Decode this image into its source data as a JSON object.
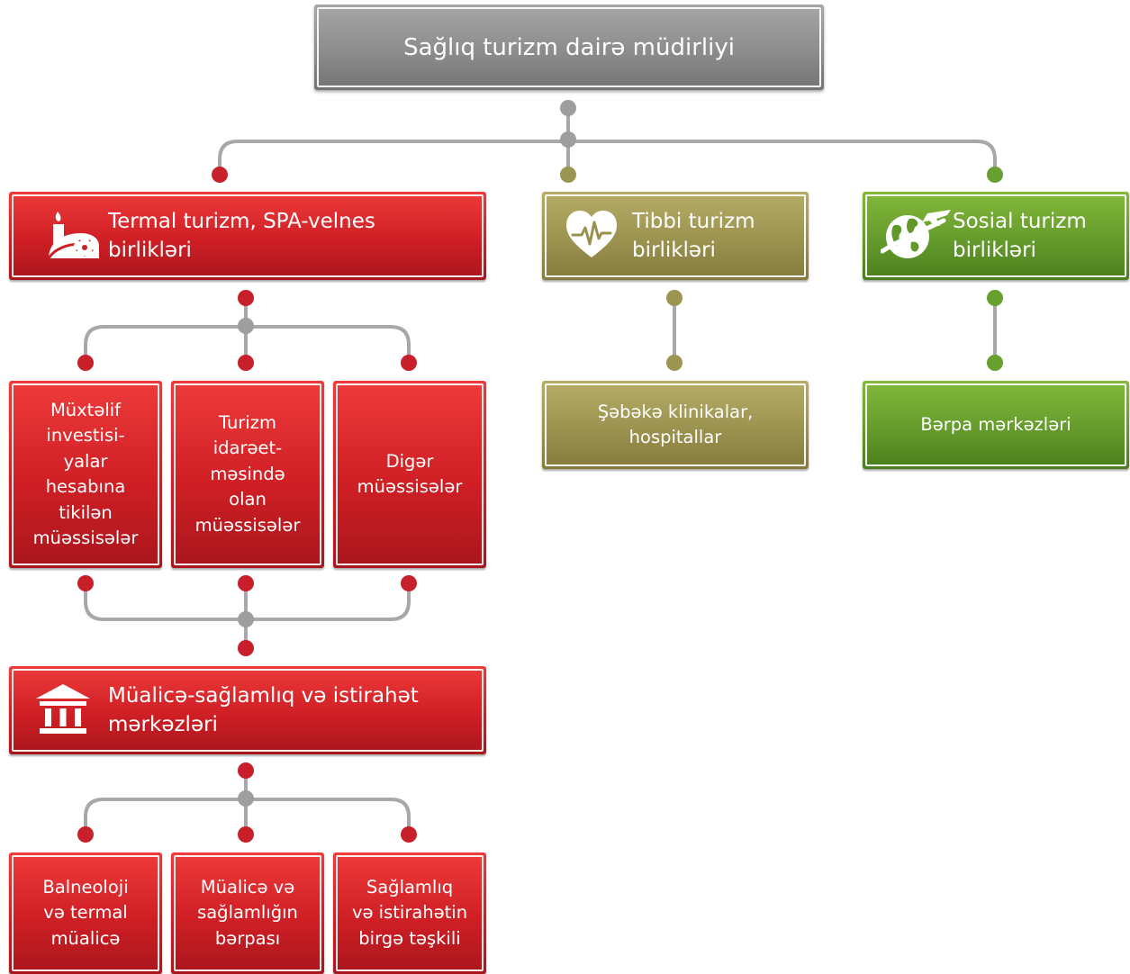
{
  "title": "Sağlıq turizm dairə müdirliyi",
  "branches": {
    "termal": {
      "label": "Termal turizm, SPA-velnes\nbirlikləri",
      "icon": "spa-candle-flower-icon",
      "color": "#d42a2d"
    },
    "tibbi": {
      "label": "Tibbi turizm\nbirlikləri",
      "icon": "heart-pulse-icon",
      "color": "#9c9451"
    },
    "sosial": {
      "label": "Sosial turizm\nbirlikləri",
      "icon": "globe-airplane-icon",
      "color": "#66a02e"
    }
  },
  "termal_children": [
    "Müxtəlif\ninvestisi-\nyalar\nhesabına\ntikilən\nmüəssisələr",
    "Turizm\nidarəet-\nməsində\nolan\nmüəssisələr",
    "Digər\nmüəssisələr"
  ],
  "tibbi_child": "Şəbəkə klinikalar,\nhospitallar",
  "sosial_child": "Bərpa mərkəzləri",
  "centers": {
    "label": "Müalicə-sağlamlıq və istirahət\nmərkəzləri",
    "icon": "institution-building-icon"
  },
  "center_children": [
    "Balneoloji\nvə termal\nmüalicə",
    "Müalicə və\nsağlamlığın\nbərpası",
    "Sağlamlıq\nvə istirahətin\nbirgə təşkili"
  ]
}
